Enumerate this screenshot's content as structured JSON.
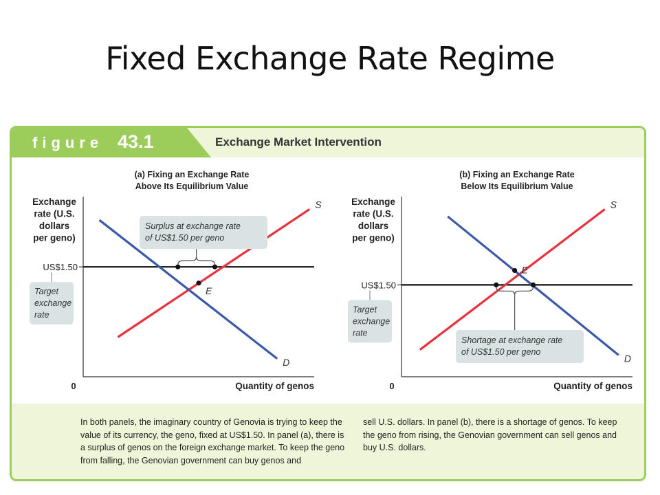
{
  "slide": {
    "title": "Fixed Exchange Rate Regime"
  },
  "figure": {
    "label_word": "figure",
    "label_number": "43.1",
    "title": "Exchange Market Intervention"
  },
  "caption": {
    "left": "In both panels, the imaginary country of Genovia is trying to keep the value of its currency, the geno, fixed at US$1.50. In panel (a), there is a surplus of genos on the foreign exchange market. To keep the geno from falling, the Genovian government can buy genos and",
    "right": "sell U.S. dollars. In panel (b), there is a shortage of genos. To keep the geno from rising, the Genovian government can sell genos and buy U.S. dollars."
  },
  "colors": {
    "supply": "#e8313b",
    "demand": "#3b59a8",
    "target_line": "#111111",
    "callout_bg": "#d9e3e3",
    "green": "#9ccd5a"
  },
  "chart_data": [
    {
      "type": "line",
      "panel": "a",
      "title": [
        "(a) Fixing an Exchange Rate",
        "Above Its Equilibrium Value"
      ],
      "ylabel": [
        "Exchange",
        "rate (U.S.",
        "dollars",
        "per geno)"
      ],
      "xlabel": "Quantity of genos",
      "origin_label": "0",
      "target": {
        "label": "US$1.50",
        "value": 1.5
      },
      "series": [
        {
          "name": "S",
          "color": "#e8313b",
          "x": [
            0.15,
            0.98
          ],
          "y": [
            0.22,
            0.93
          ]
        },
        {
          "name": "D",
          "color": "#3b59a8",
          "x": [
            0.07,
            0.84
          ],
          "y": [
            0.87,
            0.1
          ]
        }
      ],
      "equilibrium": {
        "label": "E",
        "x": 0.5,
        "y": 0.52
      },
      "target_y": 0.61,
      "intersections_x": [
        0.41,
        0.57
      ],
      "callout": {
        "lines": [
          "Surplus at exchange rate",
          "of US$1.50 per geno"
        ]
      },
      "target_box": {
        "lines": [
          "Target",
          "exchange",
          "rate"
        ]
      }
    },
    {
      "type": "line",
      "panel": "b",
      "title": [
        "(b) Fixing an Exchange Rate",
        "Below Its Equilibrium Value"
      ],
      "ylabel": [
        "Exchange",
        "rate (U.S.",
        "dollars",
        "per geno)"
      ],
      "xlabel": "Quantity of genos",
      "origin_label": "0",
      "target": {
        "label": "US$1.50",
        "value": 1.5
      },
      "series": [
        {
          "name": "S",
          "color": "#e8313b",
          "x": [
            0.08,
            0.88
          ],
          "y": [
            0.15,
            0.93
          ]
        },
        {
          "name": "D",
          "color": "#3b59a8",
          "x": [
            0.2,
            0.94
          ],
          "y": [
            0.89,
            0.12
          ]
        }
      ],
      "equilibrium": {
        "label": "E",
        "x": 0.49,
        "y": 0.59
      },
      "target_y": 0.51,
      "intersections_x": [
        0.41,
        0.57
      ],
      "callout": {
        "lines": [
          "Shortage at exchange rate",
          "of US$1.50 per geno"
        ]
      },
      "target_box": {
        "lines": [
          "Target",
          "exchange",
          "rate"
        ]
      }
    }
  ]
}
